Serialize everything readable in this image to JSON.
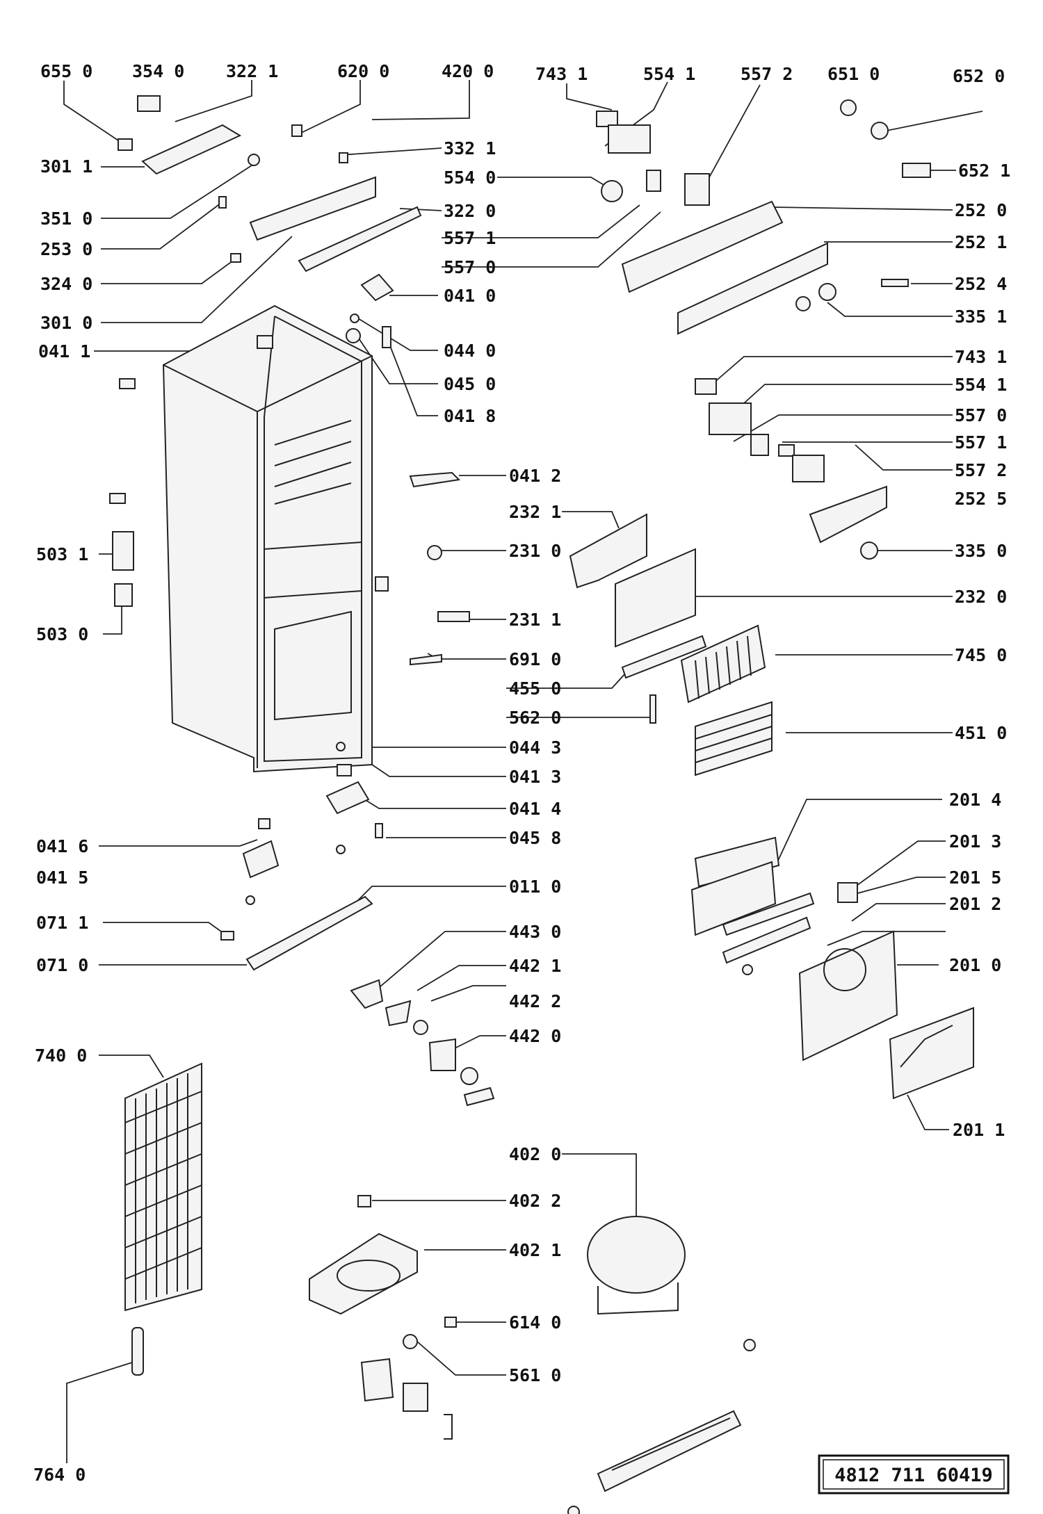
{
  "document_number": "4812 711 60419",
  "parts": [
    {
      "id": "p6550",
      "label": "655 0"
    },
    {
      "id": "p3540",
      "label": "354 0"
    },
    {
      "id": "p3221",
      "label": "322 1"
    },
    {
      "id": "p6200",
      "label": "620 0"
    },
    {
      "id": "p4200",
      "label": "420 0"
    },
    {
      "id": "p7431a",
      "label": "743 1"
    },
    {
      "id": "p5541a",
      "label": "554 1"
    },
    {
      "id": "p5572a",
      "label": "557 2"
    },
    {
      "id": "p6510",
      "label": "651 0"
    },
    {
      "id": "p6520",
      "label": "652 0"
    },
    {
      "id": "p3011",
      "label": "301 1"
    },
    {
      "id": "p3321",
      "label": "332 1"
    },
    {
      "id": "p5540",
      "label": "554 0"
    },
    {
      "id": "p6521",
      "label": "652 1"
    },
    {
      "id": "p3510",
      "label": "351 0"
    },
    {
      "id": "p3220",
      "label": "322 0"
    },
    {
      "id": "p2520",
      "label": "252 0"
    },
    {
      "id": "p2530",
      "label": "253 0"
    },
    {
      "id": "p5571a",
      "label": "557 1"
    },
    {
      "id": "p2521",
      "label": "252 1"
    },
    {
      "id": "p3240",
      "label": "324 0"
    },
    {
      "id": "p5570a",
      "label": "557 0"
    },
    {
      "id": "p2524",
      "label": "252 4"
    },
    {
      "id": "p3010",
      "label": "301 0"
    },
    {
      "id": "p0410",
      "label": "041 0"
    },
    {
      "id": "p3351",
      "label": "335 1"
    },
    {
      "id": "p0411",
      "label": "041 1"
    },
    {
      "id": "p0440",
      "label": "044 0"
    },
    {
      "id": "p7431b",
      "label": "743 1"
    },
    {
      "id": "p0450",
      "label": "045 0"
    },
    {
      "id": "p5541b",
      "label": "554 1"
    },
    {
      "id": "p0418",
      "label": "041 8"
    },
    {
      "id": "p5570b",
      "label": "557 0"
    },
    {
      "id": "p5571b",
      "label": "557 1"
    },
    {
      "id": "p0412",
      "label": "041 2"
    },
    {
      "id": "p5572b",
      "label": "557 2"
    },
    {
      "id": "p2525",
      "label": "252 5"
    },
    {
      "id": "p2321",
      "label": "232 1"
    },
    {
      "id": "p5031",
      "label": "503 1"
    },
    {
      "id": "p2310",
      "label": "231 0"
    },
    {
      "id": "p3350",
      "label": "335 0"
    },
    {
      "id": "p2320",
      "label": "232 0"
    },
    {
      "id": "p2311",
      "label": "231 1"
    },
    {
      "id": "p5030",
      "label": "503 0"
    },
    {
      "id": "p6910",
      "label": "691 0"
    },
    {
      "id": "p7450",
      "label": "745 0"
    },
    {
      "id": "p4550",
      "label": "455 0"
    },
    {
      "id": "p5620",
      "label": "562 0"
    },
    {
      "id": "p4510",
      "label": "451 0"
    },
    {
      "id": "p0443",
      "label": "044 3"
    },
    {
      "id": "p0413",
      "label": "041 3"
    },
    {
      "id": "p2014",
      "label": "201 4"
    },
    {
      "id": "p0414",
      "label": "041 4"
    },
    {
      "id": "p0458",
      "label": "045 8"
    },
    {
      "id": "p2013",
      "label": "201 3"
    },
    {
      "id": "p0416",
      "label": "041 6"
    },
    {
      "id": "p0415",
      "label": "041 5"
    },
    {
      "id": "p2015",
      "label": "201 5"
    },
    {
      "id": "p0110",
      "label": "011 0"
    },
    {
      "id": "p2012",
      "label": "201 2"
    },
    {
      "id": "p0711",
      "label": "071 1"
    },
    {
      "id": "p4430",
      "label": "443 0"
    },
    {
      "id": "p0710",
      "label": "071 0"
    },
    {
      "id": "p2010",
      "label": "201 0"
    },
    {
      "id": "p4421",
      "label": "442 1"
    },
    {
      "id": "p4422",
      "label": "442 2"
    },
    {
      "id": "p4420",
      "label": "442 0"
    },
    {
      "id": "p7400",
      "label": "740 0"
    },
    {
      "id": "p2011",
      "label": "201 1"
    },
    {
      "id": "p4020",
      "label": "402 0"
    },
    {
      "id": "p4022",
      "label": "402 2"
    },
    {
      "id": "p4021",
      "label": "402 1"
    },
    {
      "id": "p6140",
      "label": "614 0"
    },
    {
      "id": "p5610",
      "label": "561 0"
    },
    {
      "id": "p7640",
      "label": "764 0"
    }
  ]
}
